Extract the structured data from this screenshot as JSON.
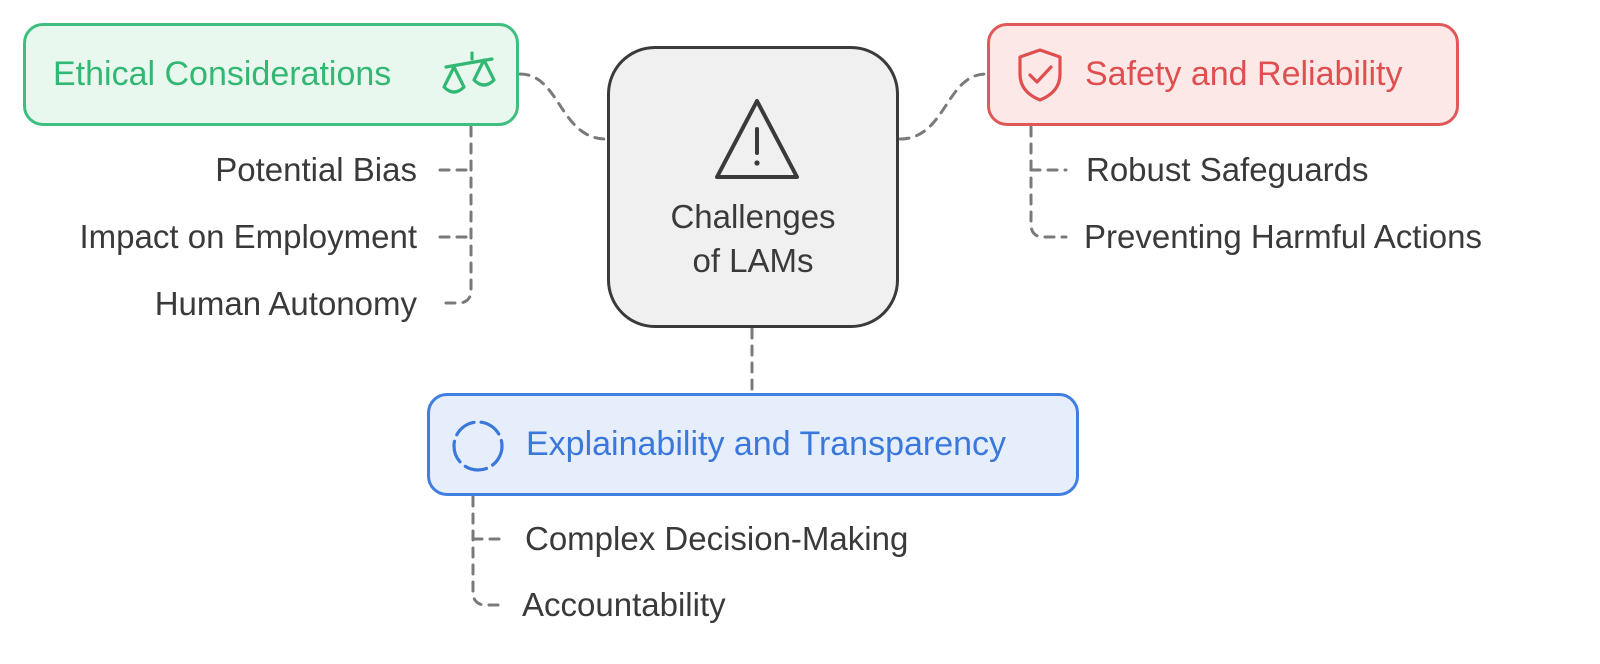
{
  "center": {
    "title": "Challenges\nof LAMs",
    "icon": "warning-icon",
    "border_color": "#3a3a3a",
    "fill_color": "#f0f0f0"
  },
  "branches": {
    "ethical": {
      "label": "Ethical Considerations",
      "icon": "scales-icon",
      "color": "#33b873",
      "items": [
        "Potential Bias",
        "Impact on Employment",
        "Human Autonomy"
      ]
    },
    "safety": {
      "label": "Safety and Reliability",
      "icon": "shield-check-icon",
      "color": "#e04f4f",
      "items": [
        "Robust Safeguards",
        "Preventing Harmful Actions"
      ]
    },
    "explain": {
      "label": "Explainability and Transparency",
      "icon": "dashed-circle-icon",
      "color": "#3b78dc",
      "items": [
        "Complex Decision-Making",
        "Accountability"
      ]
    }
  }
}
